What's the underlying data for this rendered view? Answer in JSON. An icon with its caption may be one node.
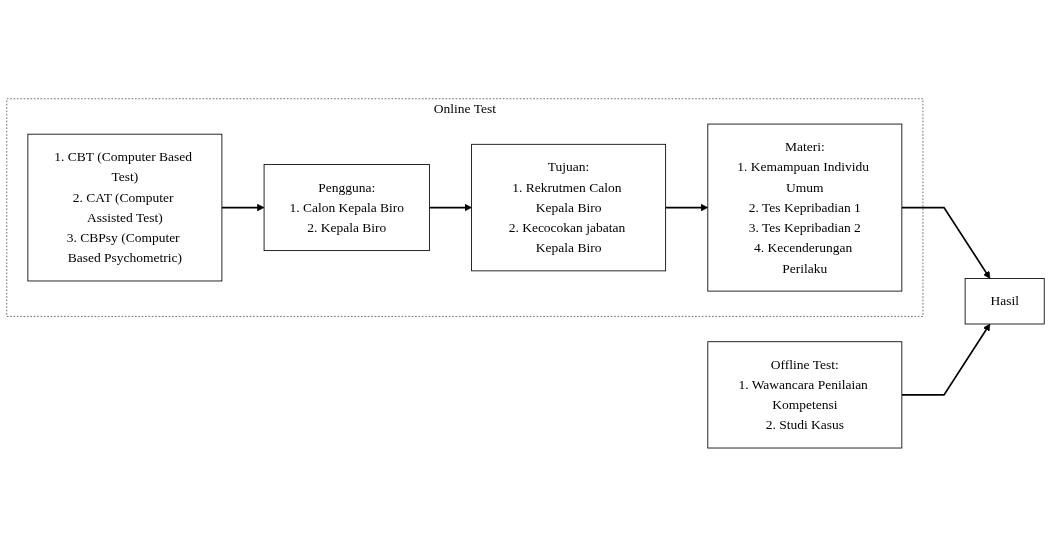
{
  "diagram": {
    "nodes": [
      {
        "text": [
          "Online Test"
        ]
      },
      {
        "text": [
          "1. CBT (Computer Based Test)",
          "2. CAT (Computer Assisted Test)",
          "3. CBPsy (Computer Based Psychometric)"
        ],
        "in": 0
      },
      {
        "text": [
          "Pengguna:",
          "1. Calon Kepala Biro",
          "2. Kepala Biro"
        ],
        "in": 0
      },
      {
        "text": [
          "Tujuan:",
          "1. Rekrutmen Calon Kepala Biro",
          "2. Kecocokan jabatan Kepala Biro"
        ],
        "in": 0
      },
      {
        "text": [
          "Materi:",
          "1. Kemampuan Individu Umum",
          "2. Tes Kepribadian 1",
          "3. Tes Kepribadian 2",
          "4. Kecenderungan Perilaku"
        ],
        "in": 0
      },
      {
        "text": [
          "Offline Test:",
          "1. Wawancara Penilaian Kompetensi",
          "2. Studi Kasus"
        ]
      },
      {
        "text": [
          "Hasil"
        ]
      }
    ],
    "edges": [
      {
        "from": 1,
        "to": 2,
        "arrow": "to"
      },
      {
        "from": 2,
        "to": 3,
        "arrow": "to"
      },
      {
        "from": 3,
        "to": 4,
        "arrow": "to"
      },
      {
        "from": 4,
        "to": 6,
        "arrow": "to"
      },
      {
        "from": 5,
        "to": 6,
        "arrow": "to"
      }
    ]
  }
}
